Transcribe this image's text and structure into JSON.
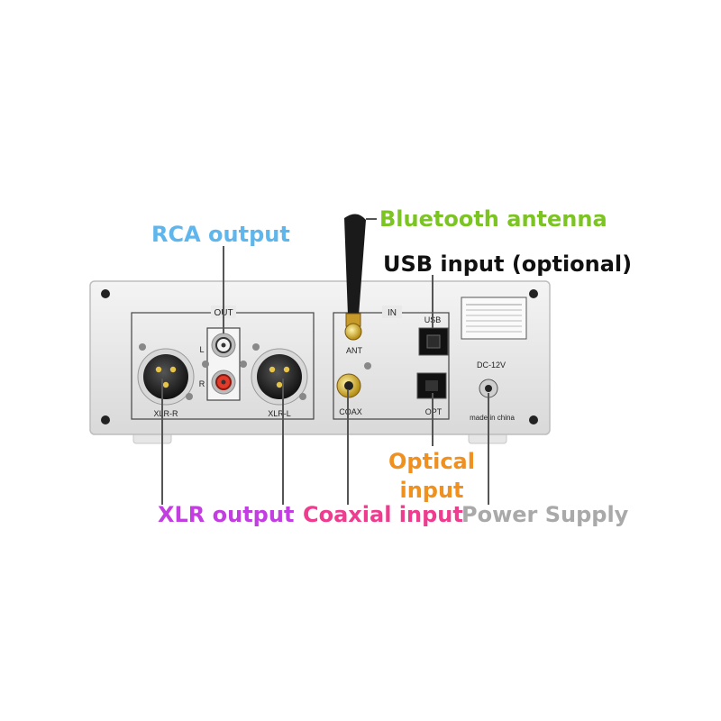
{
  "callouts": {
    "bluetooth_antenna": {
      "label": "Bluetooth antenna",
      "color": "#7cc424"
    },
    "usb_input": {
      "label": "USB input (optional)",
      "color": "#111111"
    },
    "rca_output": {
      "label": "RCA output",
      "color": "#5fb6ec"
    },
    "optical_input": {
      "label": "Optical input",
      "color": "#f0901e"
    },
    "xlr_output": {
      "label": "XLR output",
      "color": "#c33ee0"
    },
    "coaxial_input": {
      "label": "Coaxial input",
      "color": "#ee3c8e"
    },
    "power_supply": {
      "label": "Power Supply",
      "color": "#a9a9a9"
    }
  },
  "panel": {
    "out_label": "OUT",
    "in_label": "IN",
    "rca_left": "L",
    "rca_right": "R",
    "xlr_right": "XLR-R",
    "xlr_left": "XLR-L",
    "antenna": "ANT",
    "coax": "COAX",
    "usb": "USB",
    "optical": "OPT",
    "dc": "DC-12V",
    "made_in": "made in china"
  }
}
